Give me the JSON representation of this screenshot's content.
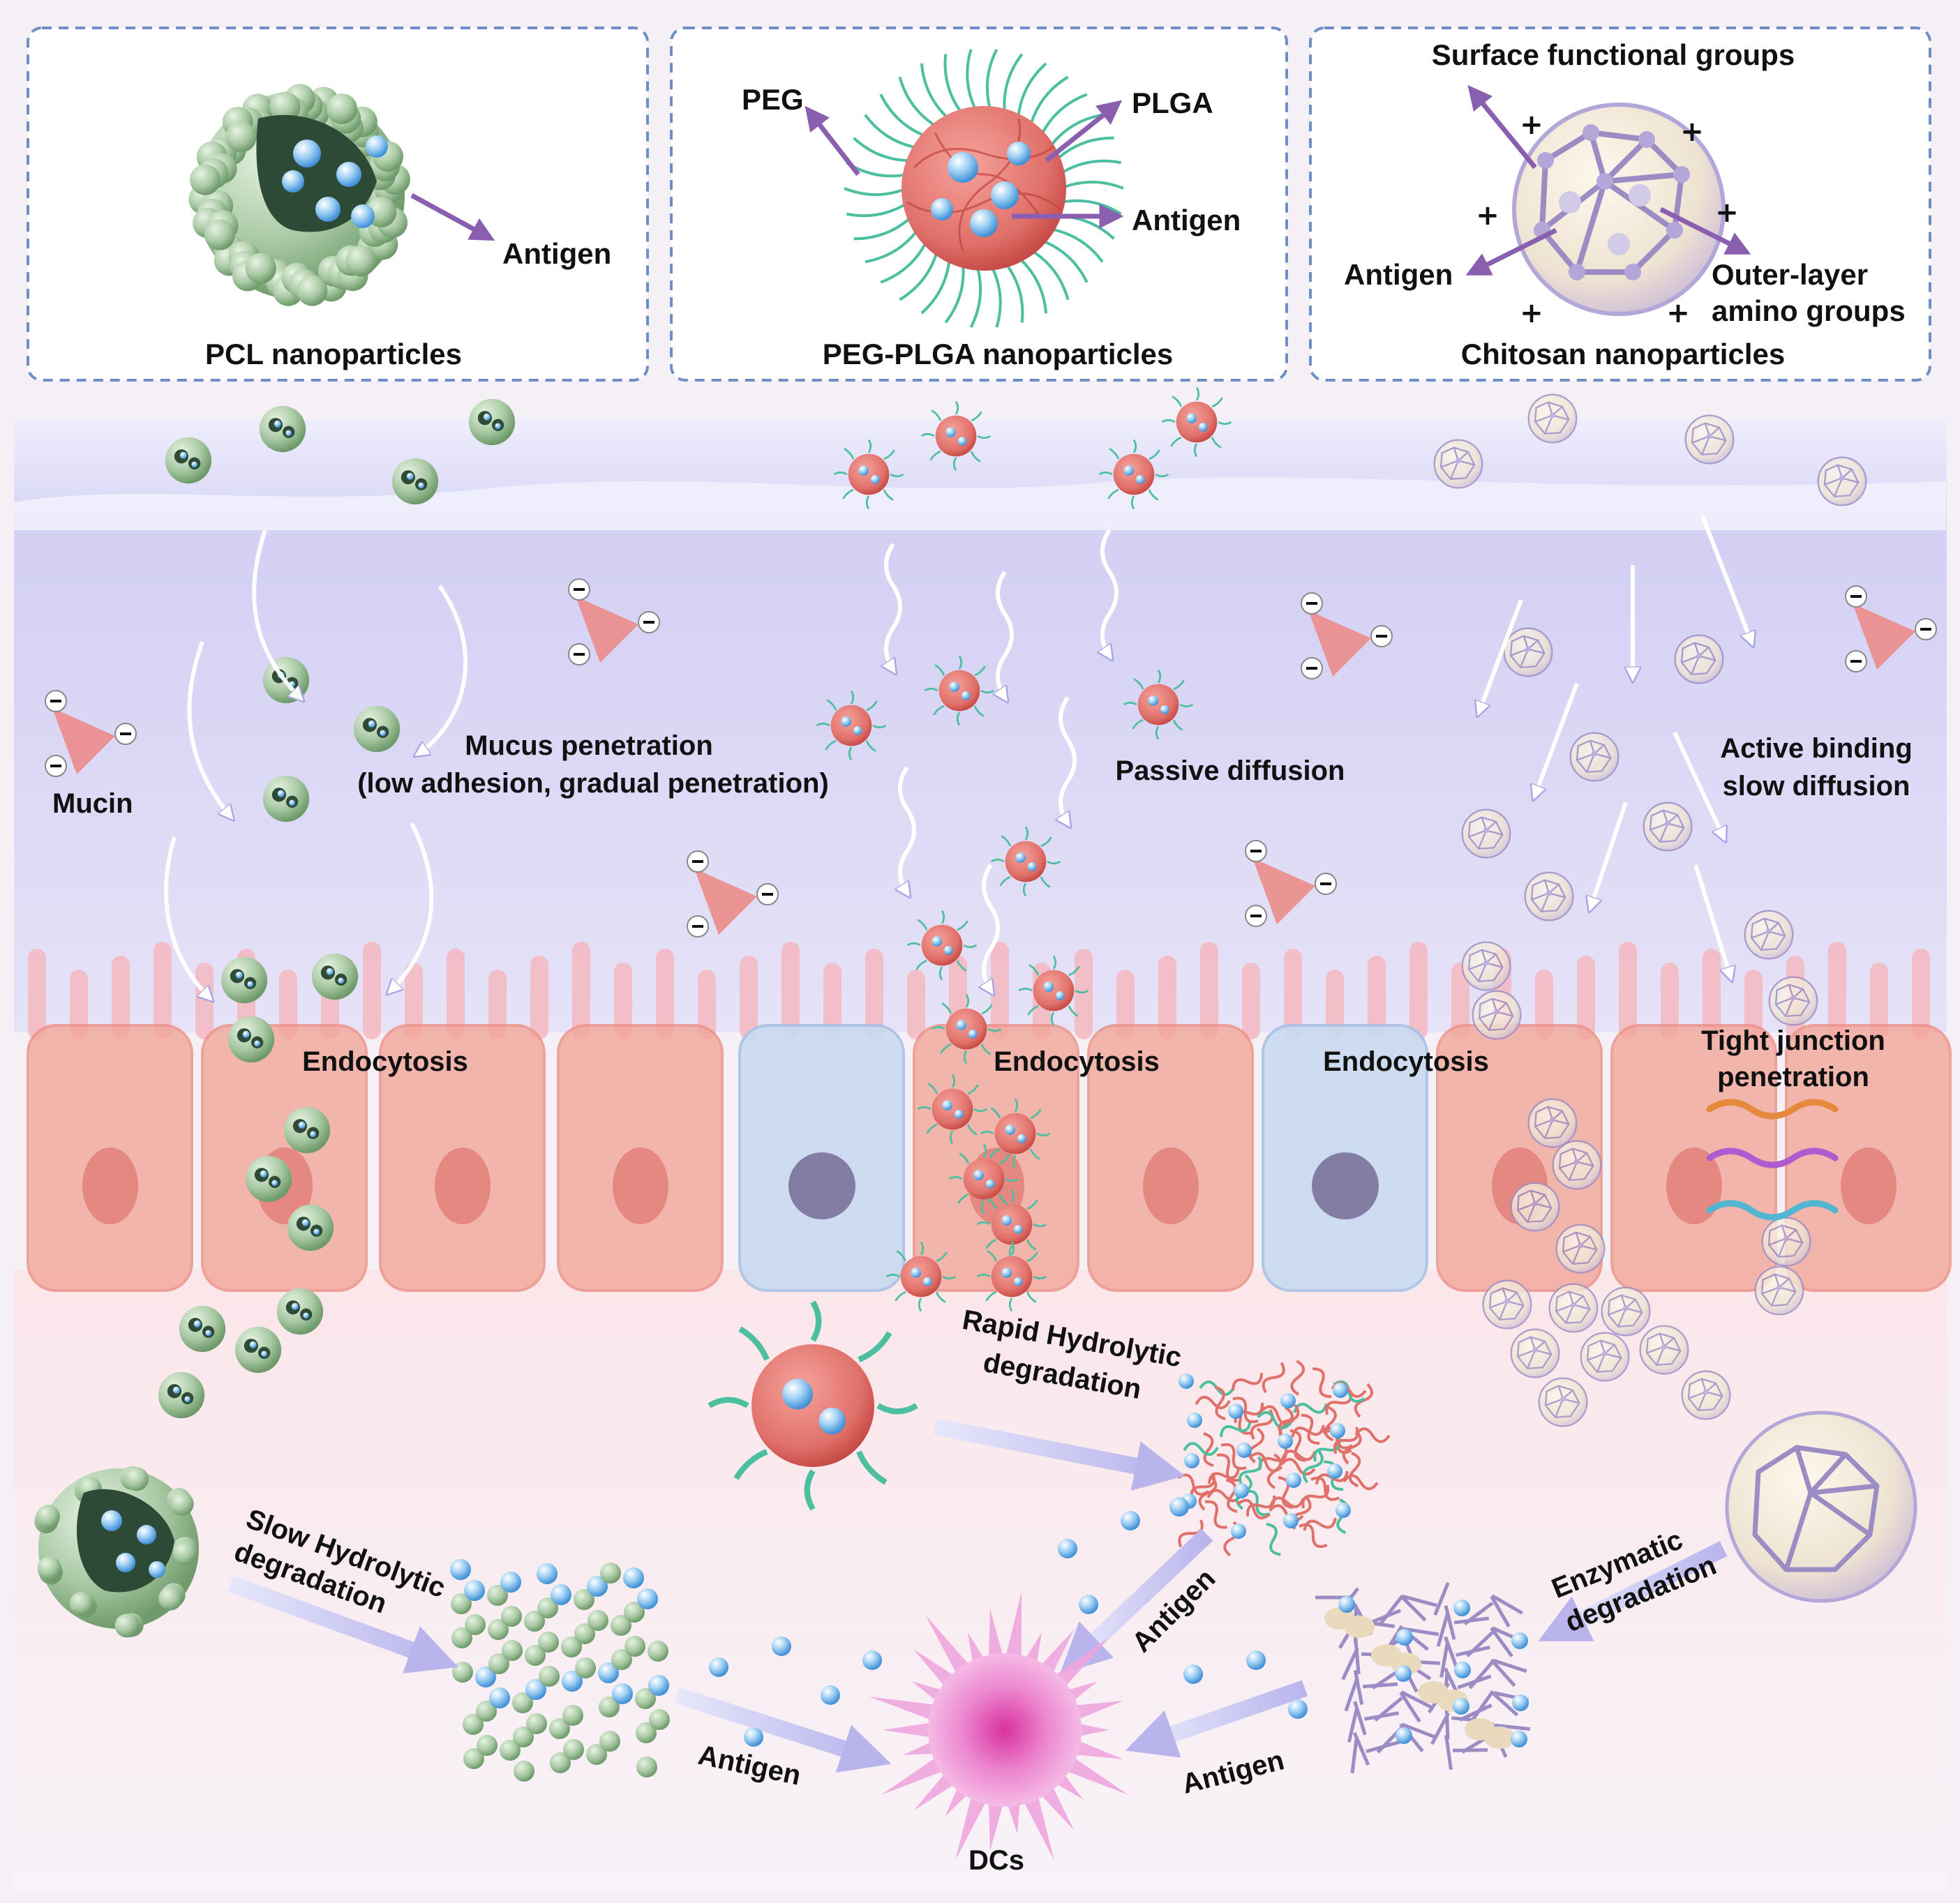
{
  "panels": {
    "pcl": {
      "title": "PCL nanoparticles",
      "antigen": "Antigen"
    },
    "pegplga": {
      "title": "PEG-PLGA nanoparticles",
      "peg": "PEG",
      "plga": "PLGA",
      "antigen": "Antigen"
    },
    "chitosan": {
      "title": "Chitosan nanoparticles",
      "surface": "Surface functional groups",
      "antigen": "Antigen",
      "outer1": "Outer-layer",
      "outer2": "amino groups"
    }
  },
  "mucus": {
    "mucin": "Mucin",
    "pcl_pen1": "Mucus penetration",
    "pcl_pen2": "(low adhesion, gradual penetration)",
    "passive": "Passive diffusion",
    "active1": "Active binding",
    "active2": "slow diffusion"
  },
  "epithelium": {
    "endo1": "Endocytosis",
    "endo2": "Endocytosis",
    "endo3": "Endocytosis",
    "tight1": "Tight junction",
    "tight2": "penetration"
  },
  "degradation": {
    "slow1": "Slow Hydrolytic",
    "slow2": "degradation",
    "rapid1": "Rapid Hydrolytic",
    "rapid2": "degradation",
    "enz1": "Enzymatic",
    "enz2": "degradation",
    "antigen_left": "Antigen",
    "antigen_mid": "Antigen",
    "antigen_right": "Antigen",
    "dcs": "DCs"
  },
  "colors": {
    "pcl_green": "#a9c9a4",
    "plga_red": "#e0706a",
    "peg_teal": "#4bbf9f",
    "chitosan_purple": "#9b8cc4",
    "arrow_purple": "#8a5fb0",
    "mucus_lavender": "#d9d6f6",
    "cell_pink": "#f2a79a",
    "goblet_blue": "#bcd1ec",
    "dc_magenta": "#e77ecb"
  }
}
